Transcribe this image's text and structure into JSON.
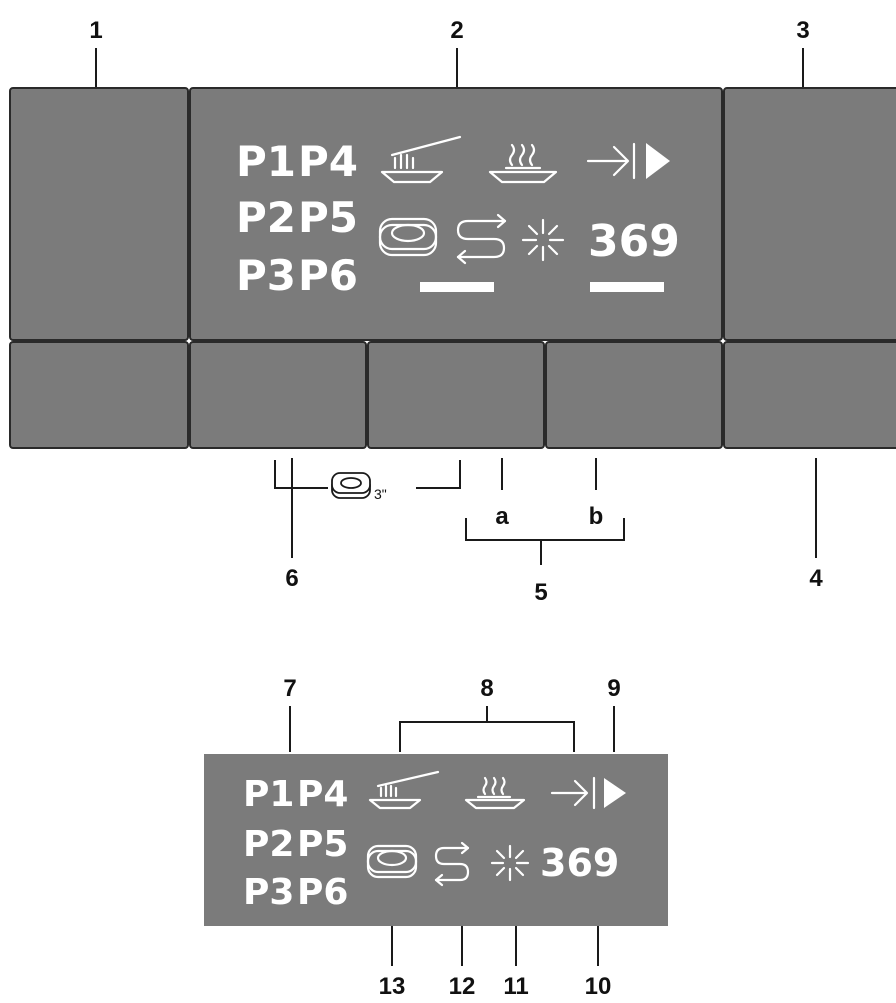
{
  "callouts": {
    "n1": "1",
    "n2": "2",
    "n3": "3",
    "n4": "4",
    "n5": "5",
    "n6": "6",
    "n7": "7",
    "n8": "8",
    "n9": "9",
    "n10": "10",
    "n11": "11",
    "n12": "12",
    "n13": "13",
    "a": "a",
    "b": "b"
  },
  "display": {
    "programs": [
      "P1",
      "P4",
      "P2",
      "P5",
      "P3",
      "P6"
    ],
    "remaining_time": "369"
  },
  "button_legend": {
    "hold_time": "3\""
  },
  "icons": [
    "half-load-icon",
    "intensive-zone-icon",
    "remote-start-icon",
    "rinse-aid-tab-icon",
    "salt-refill-icon",
    "rinse-aid-refill-icon"
  ],
  "colors": {
    "panel": "#7b7b7b",
    "border": "#2a2a2a",
    "display_text": "#ffffff",
    "label_text": "#111111"
  }
}
